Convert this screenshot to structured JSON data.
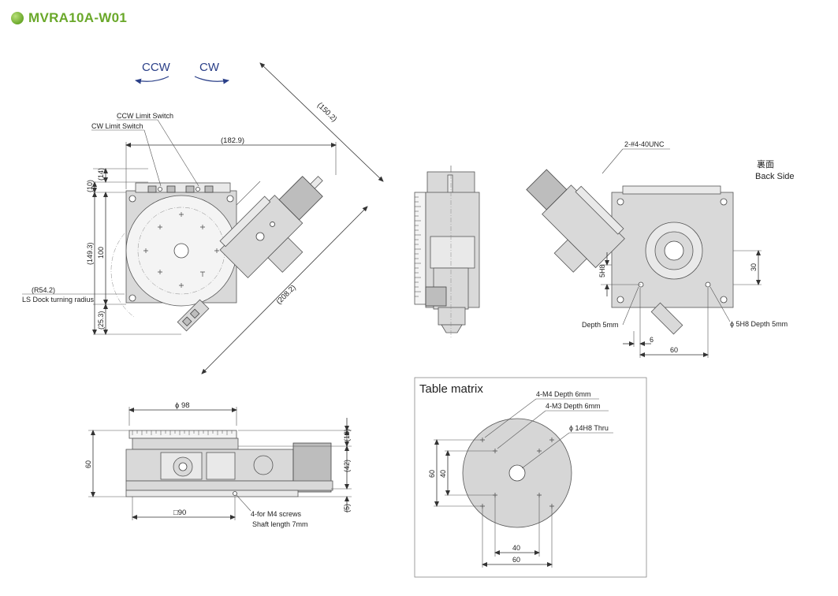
{
  "title": "MVRA10A-W01",
  "directions": {
    "ccw": "CCW",
    "cw": "CW"
  },
  "top_view": {
    "ccw_limit_switch": "CCW Limit Switch",
    "cw_limit_switch": "CW Limit Switch",
    "dim_width": "(182.9)",
    "dim_diag_top": "(150.2)",
    "dim_diag_bottom": "(208.2)",
    "dim_10": "(10)",
    "dim_14": "(14)",
    "dim_149_3": "(149.3)",
    "dim_100": "100",
    "dim_25_3": "(25.3)",
    "radius_label": "(R54.2)",
    "ls_dock": "LS Dock turning radius"
  },
  "back_view": {
    "back_side_jp": "裏面",
    "back_side": "Back Side",
    "unc": "2-#4-40UNC",
    "dim_5h8": "5H8",
    "dim_30": "30",
    "depth_5mm": "Depth 5mm",
    "phi_5h8": "ϕ 5H8 Depth 5mm",
    "dim_6": "6",
    "dim_60": "60"
  },
  "front_view": {
    "dim_phi98": "ϕ 98",
    "dim_60": "60",
    "dim_13": "(13)",
    "dim_42": "(42)",
    "dim_5": "(5)",
    "dim_sq90": "□90",
    "screws_1": "4-for M4 screws",
    "screws_2": "Shaft length 7mm"
  },
  "table_matrix": {
    "title": "Table matrix",
    "m4": "4-M4 Depth 6mm",
    "m3": "4-M3 Depth 6mm",
    "thru": "ϕ 14H8 Thru",
    "dim_60_v": "60",
    "dim_40_v": "40",
    "dim_40_h": "40",
    "dim_60_h": "60"
  }
}
